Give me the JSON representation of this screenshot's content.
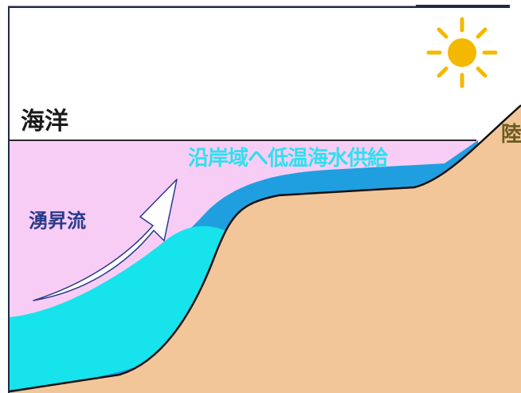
{
  "labels": {
    "ocean": "海洋",
    "land": "陸",
    "upwelling": "湧昇流",
    "supply": "沿岸域へ低温海水供給"
  },
  "icons": {
    "sun": "sun-icon",
    "arrow": "upwelling-arrow"
  },
  "colors": {
    "sky": "#ffffff",
    "sea_surface": "#f7cdf6",
    "shelf_water": "#1f9fe0",
    "cold_water": "#16e3ec",
    "land": "#f3c69a",
    "sun": "#f5b800",
    "ocean_label": "#1a1a1a",
    "land_label": "#6b5a1e",
    "upwelling_label": "#2a3a8a",
    "supply_label": "#2fe0ee"
  }
}
